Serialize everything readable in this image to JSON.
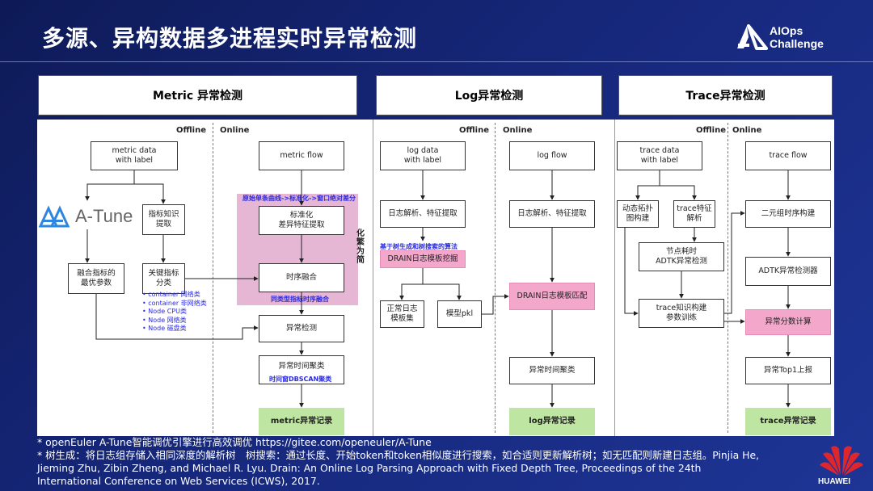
{
  "title": "多源、异构数据多进程实时异常检测",
  "logo": {
    "line1": "AIOps",
    "line2": "Challenge"
  },
  "panels": [
    {
      "header": "Metric 异常检测",
      "offline": "Offline",
      "online": "Online"
    },
    {
      "header": "Log异常检测",
      "offline": "Offline",
      "online": "Online"
    },
    {
      "header": "Trace异常检测",
      "offline": "Offline",
      "online": "Online"
    }
  ],
  "metric": {
    "data_with_label": "metric data\nwith label",
    "atune": "A-Tune",
    "indicator_knowledge": "指标知识\n提取",
    "fusion_params": "融合指标的\n最优参数",
    "key_indicator": "关键指标\n分类",
    "categories": [
      "container 网络类",
      "container 非网络类",
      "Node CPU类",
      "Node 网络类",
      "Node 磁盘类"
    ],
    "flow": "metric flow",
    "note_top": "原始单条曲线->标准化->窗口绝对差分",
    "normalize": "标准化\n差异特征提取",
    "simplify": "化\n繁\n为\n简",
    "temporal_fusion": "时序融合",
    "note_fusion": "同类型指标时序融合",
    "detect": "异常检测",
    "cluster": "异常时间聚类",
    "note_cluster": "时间窗DBSCAN聚类",
    "record": "metric异常记录"
  },
  "log": {
    "data_with_label": "log data\nwith label",
    "parse_offline": "日志解析、特征提取",
    "note_drain": "基于树生成和树搜索的算法",
    "drain_mining": "DRAIN日志模板挖掘",
    "template_set": "正常日志\n模板集",
    "model": "模型pkl",
    "flow": "log flow",
    "parse_online": "日志解析、特征提取",
    "drain_match": "DRAIN日志模板匹配",
    "cluster": "异常时间聚类",
    "record": "log异常记录"
  },
  "trace": {
    "data_with_label": "trace data\nwith label",
    "topology": "动态拓扑\n图构建",
    "feature": "trace特征\n解析",
    "node_time": "节点耗时\nADTK异常检测",
    "knowledge": "trace知识构建\n参数训练",
    "flow": "trace flow",
    "binary": "二元组时序构建",
    "adtk": "ADTK异常检测器",
    "score": "异常分数计算",
    "top1": "异常Top1上报",
    "record": "trace异常记录"
  },
  "footnotes": [
    "* openEuler A-Tune智能调优引擎进行高效调优 https://gitee.com/openeuler/A-Tune",
    "* 树生成：将日志组存储入相同深度的解析树　树搜索：通过长度、开始token和token相似度进行搜索，如合适则更新解析树；如无匹配则新建日志组。Pinjia He, Jieming Zhu, Zibin Zheng, and Michael R. Lyu. Drain: An Online Log Parsing Approach with Fixed Depth Tree, Proceedings of the 24th International Conference on Web Services (ICWS), 2017."
  ],
  "brand": "HUAWEI",
  "colors": {
    "pink": "#f3a7cb",
    "green": "#bfe5a3",
    "note_blue": "#2a2ae0"
  }
}
